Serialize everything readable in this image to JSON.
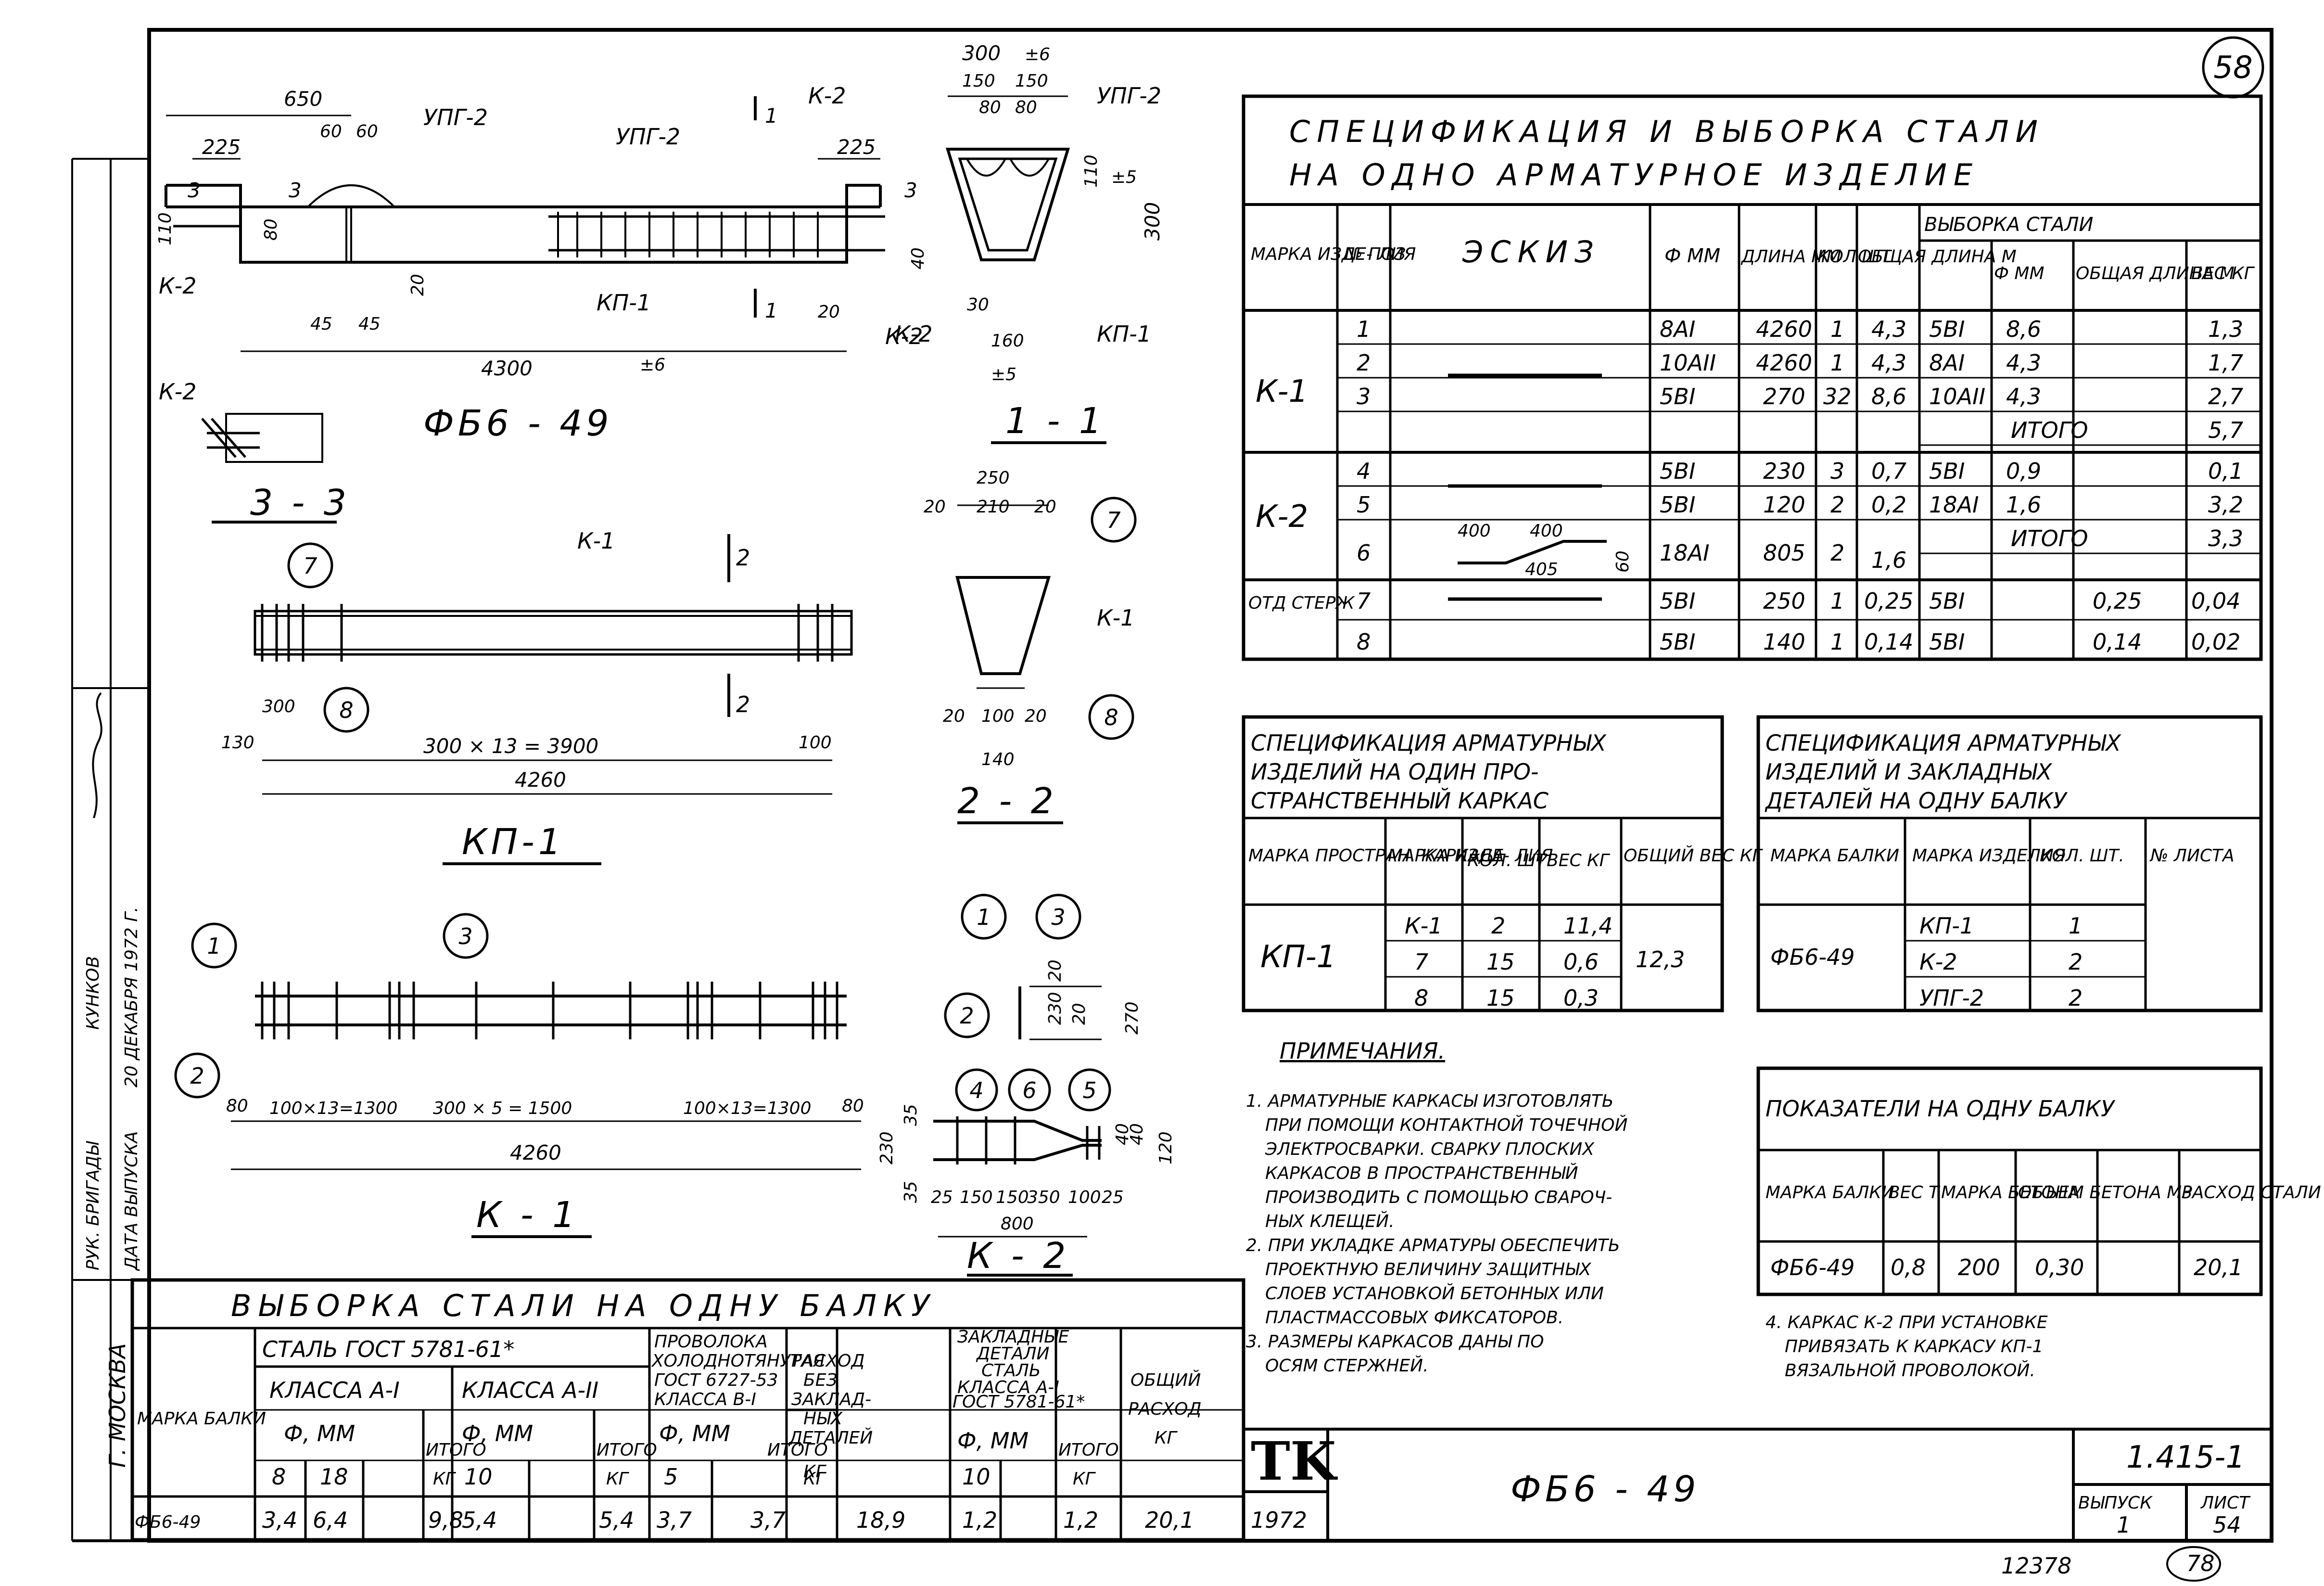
{
  "sheet": {
    "sheet_number_circle": "58",
    "bottom_stamp": "12378",
    "bottom_circle": "78",
    "title_block": {
      "logo": "TK",
      "year": "1972",
      "designation": "ФБ6 - 49",
      "series": "1.415-1",
      "vypusk_label": "ВЫПУСК",
      "vypusk_value": "1",
      "list_label": "ЛИСТ",
      "list_value": "54"
    },
    "side_stamp": {
      "city": "Г. МОСКВА",
      "row1_label": "РУК. БРИГАДЫ",
      "row1_name": "КУНКОВ",
      "row2_label": "ДАТА ВЫПУСКА",
      "row2_value": "20 ДЕКАБРЯ 1972 Г."
    }
  },
  "drawings": {
    "beam": {
      "title": "ФБ6 - 49",
      "labels": [
        "УПГ-2",
        "УПГ-2",
        "К-2",
        "К-2",
        "К-2",
        "КП-1",
        "КП-1"
      ],
      "dims": [
        "650",
        "60",
        "60",
        "225",
        "225",
        "110",
        "80",
        "20",
        "45",
        "45",
        "4300",
        "±6",
        "20",
        "3",
        "3",
        "3",
        "1",
        "1"
      ]
    },
    "section_11": {
      "title": "1 - 1",
      "labels": [
        "К-2",
        "УПГ-2",
        "КП-1"
      ],
      "dims": [
        "300",
        "±6",
        "150",
        "150",
        "80",
        "80",
        "110",
        "±5",
        "300",
        "40",
        "30",
        "160",
        "±5"
      ]
    },
    "section_33": {
      "title": "3 - 3",
      "labels": [
        "К-2"
      ]
    },
    "kp1": {
      "title": "КП-1",
      "labels": [
        "К-1",
        "7",
        "8",
        "2",
        "2"
      ],
      "dims": [
        "300",
        "130",
        "300 × 13 = 3900",
        "100",
        "4260"
      ]
    },
    "section_22": {
      "title": "2 - 2",
      "labels": [
        "7",
        "К-1",
        "8"
      ],
      "dims": [
        "250",
        "20",
        "210",
        "20",
        "20",
        "100",
        "20",
        "140"
      ]
    },
    "k1": {
      "title": "К - 1",
      "labels": [
        "1",
        "3",
        "2"
      ],
      "dims": [
        "80",
        "100×13=1300",
        "300 × 5 = 1500",
        "100×13=1300",
        "80",
        "4260"
      ]
    },
    "k1_section": {
      "labels": [
        "1",
        "3",
        "2"
      ],
      "dims": [
        "20",
        "230",
        "20",
        "270"
      ]
    },
    "k2": {
      "title": "К - 2",
      "labels": [
        "4",
        "6",
        "5"
      ],
      "dims": [
        "35",
        "230",
        "35",
        "25",
        "150",
        "150",
        "350",
        "100",
        "25",
        "800",
        "40",
        "40",
        "120"
      ]
    }
  },
  "spec_main": {
    "title_line1": "СПЕЦИФИКАЦИЯ И ВЫБОРКА СТАЛИ",
    "title_line2": "НА ОДНО АРМАТУРНОЕ ИЗДЕЛИЕ",
    "headers": {
      "mark": "МАРКА ИЗДЕ- ЛИЯ",
      "pos": "№ ПОЗ",
      "sketch": "ЭСКИЗ",
      "phi": "Ф ММ",
      "length": "ДЛИНА ММ",
      "qty": "КОЛ ШТ",
      "total_len": "ОБЩАЯ ДЛИНА М",
      "selection": "ВЫБОРКА СТАЛИ",
      "sel_phi": "Ф ММ",
      "sel_len": "ОБЩАЯ ДЛИНА М",
      "sel_wt": "ВЕС КГ"
    },
    "groups": [
      {
        "mark": "К-1",
        "rows": [
          {
            "pos": "1",
            "phi": "8AI",
            "len": "4260",
            "qty": "1",
            "tot": "4,3",
            "sphi": "5BI",
            "slen": "8,6",
            "swt": "1,3"
          },
          {
            "pos": "2",
            "phi": "10AII",
            "len": "4260",
            "qty": "1",
            "tot": "4,3",
            "sphi": "8AI",
            "slen": "4,3",
            "swt": "1,7"
          },
          {
            "pos": "3",
            "phi": "5BI",
            "len": "270",
            "qty": "32",
            "tot": "8,6",
            "sphi": "10AII",
            "slen": "4,3",
            "swt": "2,7"
          }
        ],
        "itogo_label": "ИТОГО",
        "itogo": "5,7"
      },
      {
        "mark": "К-2",
        "rows": [
          {
            "pos": "4",
            "phi": "5BI",
            "len": "230",
            "qty": "3",
            "tot": "0,7",
            "sphi": "5BI",
            "slen": "0,9",
            "swt": "0,1"
          },
          {
            "pos": "5",
            "phi": "5BI",
            "len": "120",
            "qty": "2",
            "tot": "0,2",
            "sphi": "18AI",
            "slen": "1,6",
            "swt": "3,2"
          },
          {
            "pos": "6",
            "phi": "18AI",
            "len": "805",
            "qty": "2",
            "tot": "1,6"
          }
        ],
        "itogo_label": "ИТОГО",
        "itogo": "3,3",
        "bent_sketch": [
          "400",
          "400",
          "405",
          "60"
        ]
      },
      {
        "mark": "ОТД СТЕРЖ",
        "rows": [
          {
            "pos": "7",
            "phi": "5BI",
            "len": "250",
            "qty": "1",
            "tot": "0,25",
            "sphi": "5BI",
            "slen": "0,25",
            "swt": "0,04"
          },
          {
            "pos": "8",
            "phi": "5BI",
            "len": "140",
            "qty": "1",
            "tot": "0,14",
            "sphi": "5BI",
            "slen": "0,14",
            "swt": "0,02"
          }
        ]
      }
    ]
  },
  "spec_frame": {
    "title": [
      "СПЕЦИФИКАЦИЯ АРМАТУРНЫХ",
      "ИЗДЕЛИЙ НА ОДИН ПРО-",
      "СТРАНСТВЕННЫЙ КАРКАС"
    ],
    "headers": [
      "МАРКА ПРОСТРАН. КАРКАСА",
      "МАРКА ИЗДЕ- ЛИЯ",
      "КОЛ. ШТ.",
      "ВЕС КГ",
      "ОБЩИЙ ВЕС КГ"
    ],
    "mark": "КП-1",
    "rows": [
      [
        "К-1",
        "2",
        "11,4"
      ],
      [
        "7",
        "15",
        "0,6"
      ],
      [
        "8",
        "15",
        "0,3"
      ]
    ],
    "total": "12,3"
  },
  "spec_beam": {
    "title": [
      "СПЕЦИФИКАЦИЯ АРМАТУРНЫХ",
      "ИЗДЕЛИЙ И ЗАКЛАДНЫХ",
      "ДЕТАЛЕЙ НА ОДНУ БАЛКУ"
    ],
    "headers": [
      "МАРКА БАЛКИ",
      "МАРКА ИЗДЕЛИЯ",
      "КОЛ. ШТ.",
      "№ ЛИСТА"
    ],
    "mark": "ФБ6-49",
    "rows": [
      [
        "КП-1",
        "1"
      ],
      [
        "К-2",
        "2"
      ],
      [
        "УПГ-2",
        "2"
      ]
    ]
  },
  "notes": {
    "title": "ПРИМЕЧАНИЯ.",
    "items": [
      "1. АРМАТУРНЫЕ КАРКАСЫ ИЗГОТОВЛЯТЬ",
      "ПРИ ПОМОЩИ КОНТАКТНОЙ ТОЧЕЧНОЙ",
      "ЭЛЕКТРОСВАРКИ. СВАРКУ ПЛОСКИХ",
      "КАРКАСОВ В ПРОСТРАНСТВЕННЫЙ",
      "ПРОИЗВОДИТЬ С ПОМОЩЬЮ СВАРОЧ-",
      "НЫХ КЛЕЩЕЙ.",
      "2. ПРИ УКЛАДКЕ АРМАТУРЫ ОБЕСПЕЧИТЬ",
      "ПРОЕКТНУЮ ВЕЛИЧИНУ ЗАЩИТНЫХ",
      "СЛОЕВ УСТАНОВКОЙ БЕТОННЫХ ИЛИ",
      "ПЛАСТМАССОВЫХ ФИКСАТОРОВ.",
      "3. РАЗМЕРЫ КАРКАСОВ ДАНЫ ПО",
      "ОСЯМ СТЕРЖНЕЙ."
    ],
    "note4": [
      "4. КАРКАС К-2 ПРИ УСТАНОВКЕ",
      "ПРИВЯЗАТЬ К КАРКАСУ КП-1",
      "ВЯЗАЛЬНОЙ ПРОВОЛОКОЙ."
    ]
  },
  "indicators": {
    "title": "ПОКАЗАТЕЛИ НА ОДНУ БАЛКУ",
    "headers": [
      "МАРКА БАЛКИ",
      "ВЕС Т",
      "МАРКА БЕТОНА",
      "ОБЪЕМ БЕТОНА М3",
      "РАСХОД СТАЛИ КГ"
    ],
    "row": [
      "ФБ6-49",
      "0,8",
      "200",
      "0,30",
      "20,1"
    ]
  },
  "steel_table": {
    "title": "ВЫБОРКА СТАЛИ НА ОДНУ БАЛКУ",
    "h_mark": "МАРКА БАЛКИ",
    "h_steel": "СТАЛЬ ГОСТ 5781-61*",
    "h_class1": "КЛАССА А-I",
    "h_class2": "КЛАССА А-II",
    "h_wire": [
      "ПРОВОЛОКА",
      "ХОЛОДНОТЯНУТАЯ",
      "ГОСТ 6727-53",
      "КЛАССА В-I"
    ],
    "h_rashod": [
      "РАСХОД",
      "БЕЗ",
      "ЗАКЛАД-",
      "НЫХ",
      "ДЕТАЛЕЙ",
      "КГ"
    ],
    "h_zakl": [
      "ЗАКЛАДНЫЕ",
      "ДЕТАЛИ",
      "СТАЛЬ",
      "КЛАССА А-I",
      "ГОСТ 5781-61*"
    ],
    "h_total": [
      "ОБЩИЙ",
      "РАСХОД",
      "КГ"
    ],
    "phi": "Ф, ММ",
    "itogo": "ИТОГО",
    "kg": "КГ",
    "d1": "8",
    "d2": "18",
    "d3": "10",
    "d4": "5",
    "d5": "10",
    "row": [
      "ФБ6-49",
      "3,4",
      "6,4",
      "9,8",
      "5,4",
      "5,4",
      "3,7",
      "3,7",
      "18,9",
      "1,2",
      "1,2",
      "20,1"
    ]
  }
}
